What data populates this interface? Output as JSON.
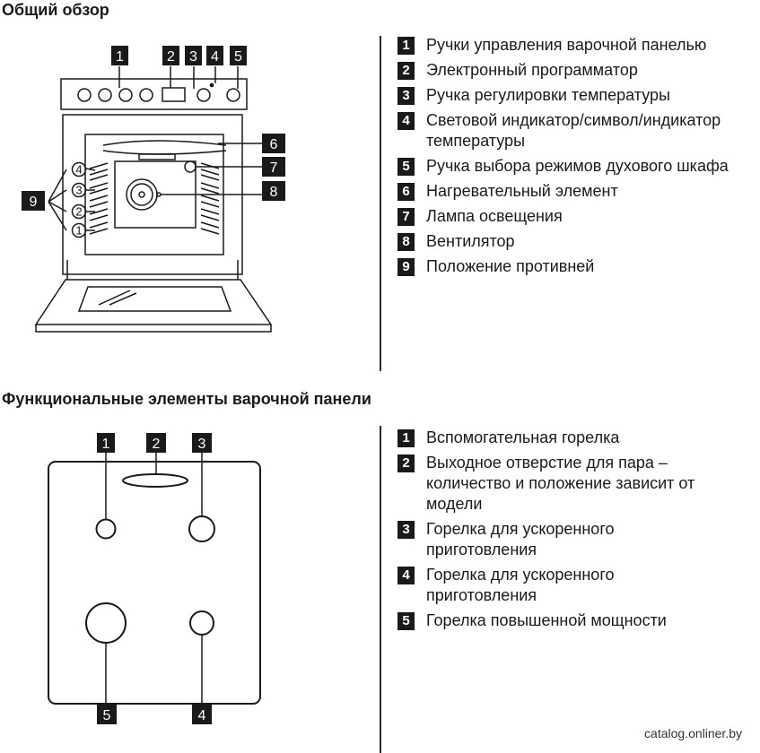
{
  "overview": {
    "title": "Общий обзор",
    "legend": [
      {
        "num": "1",
        "text": "Ручки управления варочной панелью"
      },
      {
        "num": "2",
        "text": "Электронный программатор"
      },
      {
        "num": "3",
        "text": "Ручка регулировки температуры"
      },
      {
        "num": "4",
        "text": "Световой индикатор/символ/индикатор температуры"
      },
      {
        "num": "5",
        "text": "Ручка выбора режимов духового шкафа"
      },
      {
        "num": "6",
        "text": "Нагревательный элемент"
      },
      {
        "num": "7",
        "text": "Лампа освещения"
      },
      {
        "num": "8",
        "text": "Вентилятор"
      },
      {
        "num": "9",
        "text": "Положение противней"
      }
    ],
    "diagram": {
      "top_tags": [
        "1",
        "2",
        "3",
        "4",
        "5"
      ],
      "right_tags": [
        "6",
        "7",
        "8"
      ],
      "left_tag": "9",
      "rack_levels": [
        "4",
        "3",
        "2",
        "1"
      ]
    }
  },
  "hob": {
    "title": "Функциональные элементы варочной панели",
    "legend": [
      {
        "num": "1",
        "text": "Вспомогательная горелка"
      },
      {
        "num": "2",
        "text": "Выходное отверстие для пара – количество и положение зависит от модели"
      },
      {
        "num": "3",
        "text": "Горелка для ускоренного приготовления"
      },
      {
        "num": "4",
        "text": "Горелка для ускоренного приготовления"
      },
      {
        "num": "5",
        "text": "Горелка повышенной мощности"
      }
    ],
    "diagram": {
      "top_tags": [
        "1",
        "2",
        "3"
      ],
      "bottom_tags": [
        "5",
        "4"
      ]
    }
  },
  "watermark": "catalog.onliner.by"
}
